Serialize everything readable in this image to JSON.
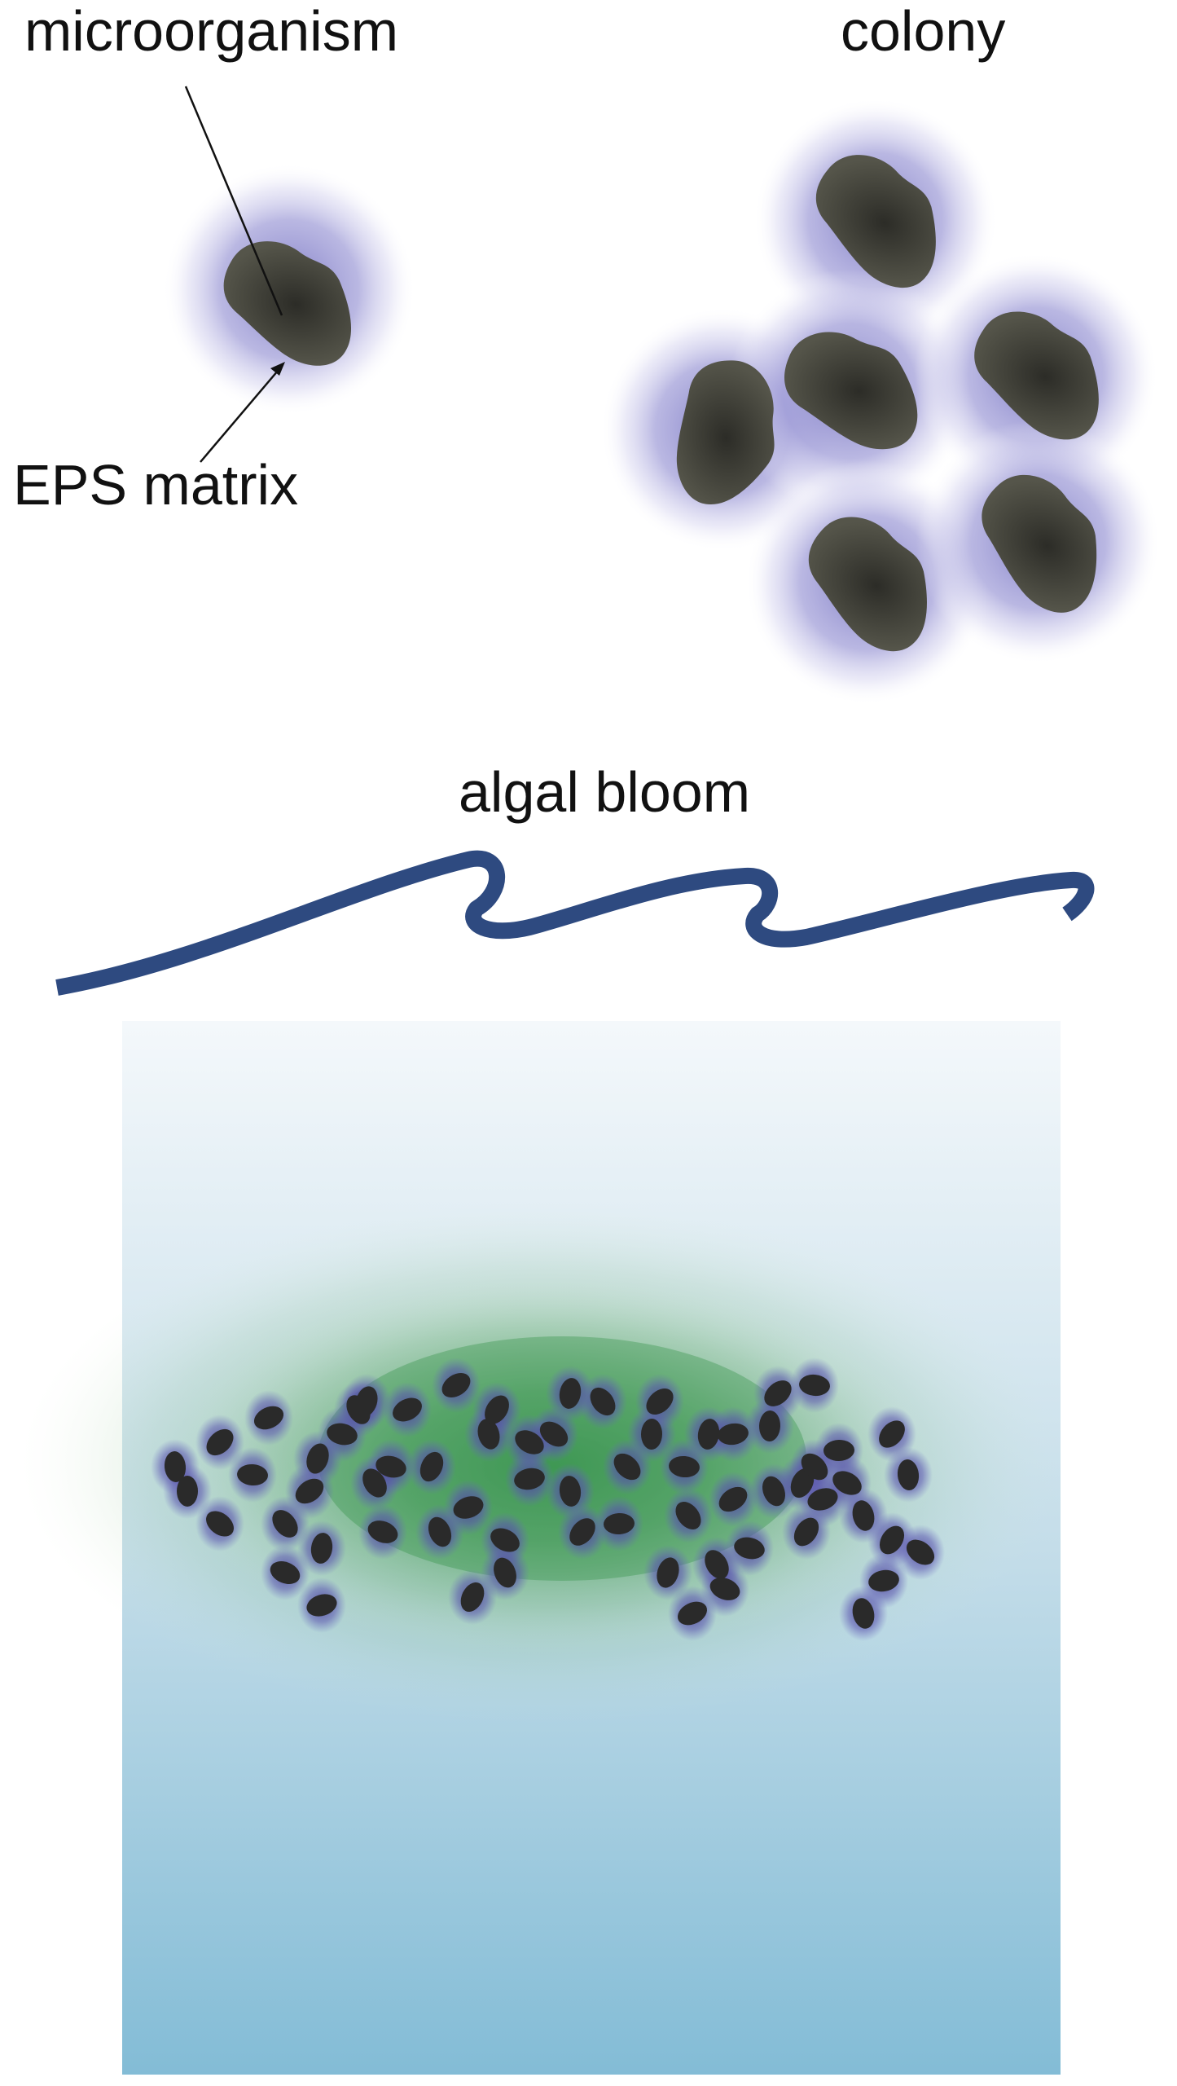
{
  "labels": {
    "microorganism": "microorganism",
    "colony": "colony",
    "eps_matrix": "EPS matrix",
    "algal_bloom": "algal bloom"
  },
  "colors": {
    "cell_fill": "#4d4d40",
    "cell_core": "#2c2c27",
    "eps_halo": "#7b78c4",
    "wave": "#2e4a80",
    "water_top": "#f4f8fb",
    "water_bottom": "#83bcd6",
    "bloom_green": "#2f8f43"
  },
  "diagram": {
    "colony_cell_count": 6
  }
}
